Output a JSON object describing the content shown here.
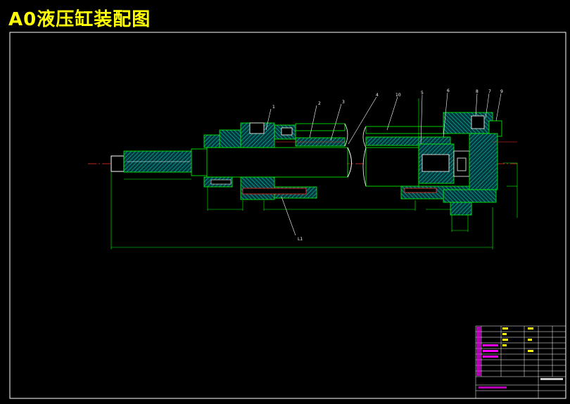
{
  "title": "A0液压缸装配图",
  "colors": {
    "background": "#000000",
    "border": "#ffffff",
    "title": "#ffff00",
    "outline": "#00ff00",
    "hatch": "#00cccc",
    "centerline": "#ff3030",
    "leader": "#ffffff",
    "bom_accent": "#ff00ff"
  },
  "part_callouts": [
    "1",
    "2",
    "3",
    "4",
    "10",
    "5",
    "6",
    "8",
    "7",
    "9"
  ],
  "dimension_label": "L1"
}
